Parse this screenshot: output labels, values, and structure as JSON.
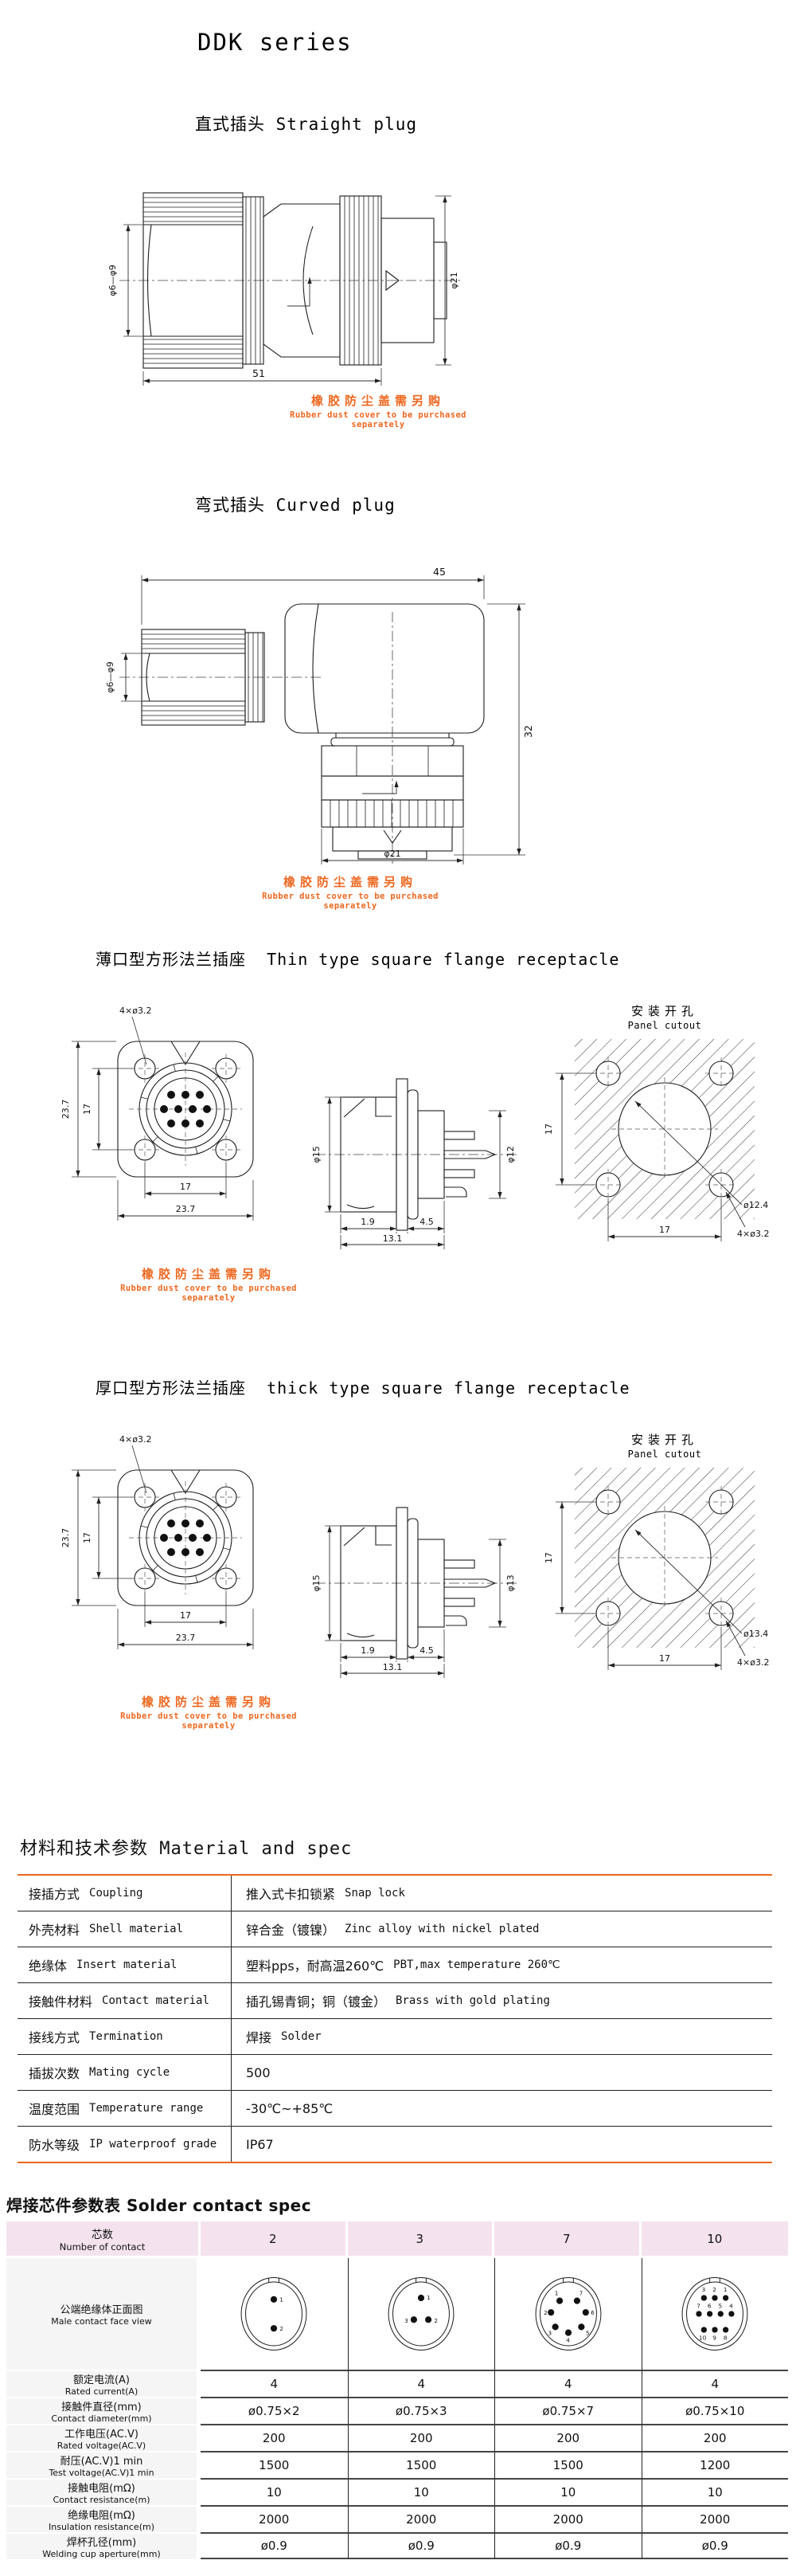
{
  "page": {
    "title": "DDK series"
  },
  "note": {
    "zh": "橡胶防尘盖需另购",
    "en": "Rubber dust cover to be purchased separately"
  },
  "straight": {
    "heading": "直式插头 Straight plug",
    "dims": {
      "cable": "φ6—φ9",
      "length": "51",
      "diameter": "φ21"
    }
  },
  "curved": {
    "heading": "弯式插头 Curved plug",
    "dims": {
      "cable": "φ6—φ9",
      "length": "45",
      "height": "32",
      "diameter": "φ21"
    }
  },
  "thin": {
    "heading": "薄口型方形法兰插座  Thin type square flange receptacle",
    "front": {
      "screws": "4×ø3.2",
      "flange_h": "23.7",
      "pitch_v": "17",
      "pitch_h": "17",
      "flange_w": "23.7"
    },
    "side": {
      "outer": "φ15",
      "inner": "φ12",
      "front": "1.9",
      "rear": "4.5",
      "total": "13.1"
    },
    "cutout": {
      "title_zh": "安装开孔",
      "title_en": "Panel cutout",
      "pitch_v": "17",
      "pitch_h": "17",
      "hole": "ø12.4",
      "screws": "4×ø3.2"
    }
  },
  "thick": {
    "heading": "厚口型方形法兰插座  thick type square flange receptacle",
    "front": {
      "screws": "4×ø3.2",
      "flange_h": "23.7",
      "pitch_v": "17",
      "pitch_h": "17",
      "flange_w": "23.7"
    },
    "side": {
      "outer": "φ15",
      "inner": "φ13",
      "front": "1.9",
      "rear": "4.5",
      "total": "13.1"
    },
    "cutout": {
      "title_zh": "安装开孔",
      "title_en": "Panel cutout",
      "pitch_v": "17",
      "pitch_h": "17",
      "hole": "ø13.4",
      "screws": "4×ø3.2"
    }
  },
  "material": {
    "title": "材料和技术参数 Material and spec",
    "rows": [
      {
        "label_zh": "接插方式",
        "label_en": "Coupling",
        "value_zh": "推入式卡扣锁紧",
        "value_en": "Snap lock"
      },
      {
        "label_zh": "外壳材料",
        "label_en": "Shell material",
        "value_zh": "锌合金（镀镍）",
        "value_en": "Zinc alloy with nickel plated"
      },
      {
        "label_zh": "绝缘体",
        "label_en": "Insert material",
        "value_zh": "塑料pps，耐高温260℃",
        "value_en": "PBT,max temperature 260℃"
      },
      {
        "label_zh": "接触件材料",
        "label_en": "Contact material",
        "value_zh": "插孔锡青铜；铜（镀金）",
        "value_en": "Brass with gold plating"
      },
      {
        "label_zh": "接线方式",
        "label_en": "Termination",
        "value_zh": "焊接",
        "value_en": "Solder"
      },
      {
        "label_zh": "插拔次数",
        "label_en": "Mating cycle",
        "value_zh": "500",
        "value_en": ""
      },
      {
        "label_zh": "温度范围",
        "label_en": "Temperature range",
        "value_zh": "-30℃~+85℃",
        "value_en": ""
      },
      {
        "label_zh": "防水等级",
        "label_en": "IP waterproof grade",
        "value_zh": "IP67",
        "value_en": ""
      }
    ]
  },
  "solder": {
    "title": "焊接芯件参数表  Solder contact spec",
    "header": {
      "label_zh": "芯数",
      "label_en": "Number of contact",
      "cols": [
        "2",
        "3",
        "7",
        "10"
      ]
    },
    "face_label_zh": "公端绝缘体正面图",
    "face_label_en": "Male contact face view",
    "faces": [
      {
        "pins": [
          "1",
          "2"
        ]
      },
      {
        "pins": [
          "1",
          "3",
          "2"
        ]
      },
      {
        "pins": [
          "1",
          "7",
          "2",
          "6",
          "3",
          "5",
          "4"
        ]
      },
      {
        "pins": [
          "3",
          "2",
          "1",
          "7",
          "6",
          "5",
          "4",
          "10",
          "9",
          "8"
        ]
      }
    ],
    "rows": [
      {
        "label_zh": "额定电流(A)",
        "label_en": "Rated current(A)",
        "values": [
          "4",
          "4",
          "4",
          "4"
        ]
      },
      {
        "label_zh": "接触件直径(mm)",
        "label_en": "Contact diameter(mm)",
        "values": [
          "ø0.75×2",
          "ø0.75×3",
          "ø0.75×7",
          "ø0.75×10"
        ]
      },
      {
        "label_zh": "工作电压(AC.V)",
        "label_en": "Rated voltage(AC.V)",
        "values": [
          "200",
          "200",
          "200",
          "200"
        ]
      },
      {
        "label_zh": "耐压(AC.V)1 min",
        "label_en": "Test voltage(AC.V)1 min",
        "values": [
          "1500",
          "1500",
          "1500",
          "1200"
        ]
      },
      {
        "label_zh": "接触电阻(mΩ)",
        "label_en": "Contact resistance(m)",
        "values": [
          "10",
          "10",
          "10",
          "10"
        ]
      },
      {
        "label_zh": "绝缘电阻(mΩ)",
        "label_en": "Insulation resistance(m)",
        "values": [
          "2000",
          "2000",
          "2000",
          "2000"
        ]
      },
      {
        "label_zh": "焊杯孔径(mm)",
        "label_en": "Welding cup aperture(mm)",
        "values": [
          "ø0.9",
          "ø0.9",
          "ø0.9",
          "ø0.9"
        ]
      }
    ]
  },
  "colors": {
    "accent_orange": "#ED671F",
    "table_header_pink": "#F4E3EF",
    "label_cell_gray": "#F6F5F5"
  }
}
